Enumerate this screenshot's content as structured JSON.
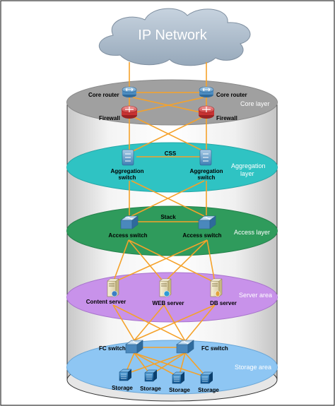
{
  "network": {
    "title": "IP Network"
  },
  "layers": {
    "core": "Core layer",
    "aggregation_line1": "Aggregation",
    "aggregation_line2": "layer",
    "access": "Access layer",
    "server": "Server area",
    "storage": "Storage area"
  },
  "devices": {
    "core_router_left": "Core router",
    "core_router_right": "Core router",
    "firewall_left": "Firewall",
    "firewall_right": "Firewall",
    "agg_left_line1": "Aggregation",
    "agg_left_line2": "switch",
    "agg_right_line1": "Aggregation",
    "agg_right_line2": "switch",
    "access_left": "Access switch",
    "access_right": "Access switch",
    "content_server": "Content server",
    "web_server": "WEB server",
    "db_server": "DB server",
    "fc_left": "FC switch",
    "fc_right": "FC switch",
    "storage_1": "Storage",
    "storage_2": "Storage",
    "storage_3": "Storage",
    "storage_4": "Storage"
  },
  "connections": {
    "css": "CSS",
    "stack": "Stack"
  },
  "colors": {
    "link": "#f5a22a",
    "core_layer": "#9e9e9e",
    "aggregation_layer": "#2bbfbf",
    "access_layer": "#2e9a5a",
    "server_area": "#c48fe6",
    "storage_area": "#8cc4f2",
    "cloud": "#a9b9c9"
  }
}
